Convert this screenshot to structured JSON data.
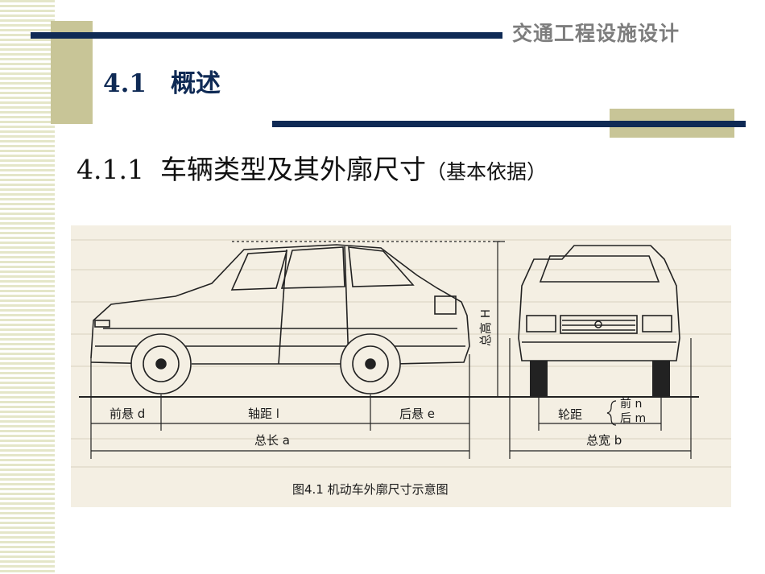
{
  "header": {
    "course_title": "交通工程设施设计"
  },
  "section": {
    "number": "4.1",
    "title": "概述"
  },
  "subsection": {
    "number": "4.1.1",
    "title": "车辆类型及其外廓尺寸",
    "note": "（基本依据）"
  },
  "figure": {
    "caption": "图4.1  机动车外廓尺寸示意图",
    "labels": {
      "front_overhang": "前悬 d",
      "wheelbase": "轴距 l",
      "rear_overhang": "后悬 e",
      "overall_length": "总长 a",
      "overall_height": "总高 H",
      "track": "轮距",
      "track_front": "前 n",
      "track_rear": "后 m",
      "overall_width": "总宽 b"
    }
  },
  "colors": {
    "navy": "#0f2a55",
    "olive": "#c8c597",
    "stripe": "#e4e6c8",
    "title_gray": "#7d7d7d",
    "figure_bg": "#f4efe3"
  }
}
